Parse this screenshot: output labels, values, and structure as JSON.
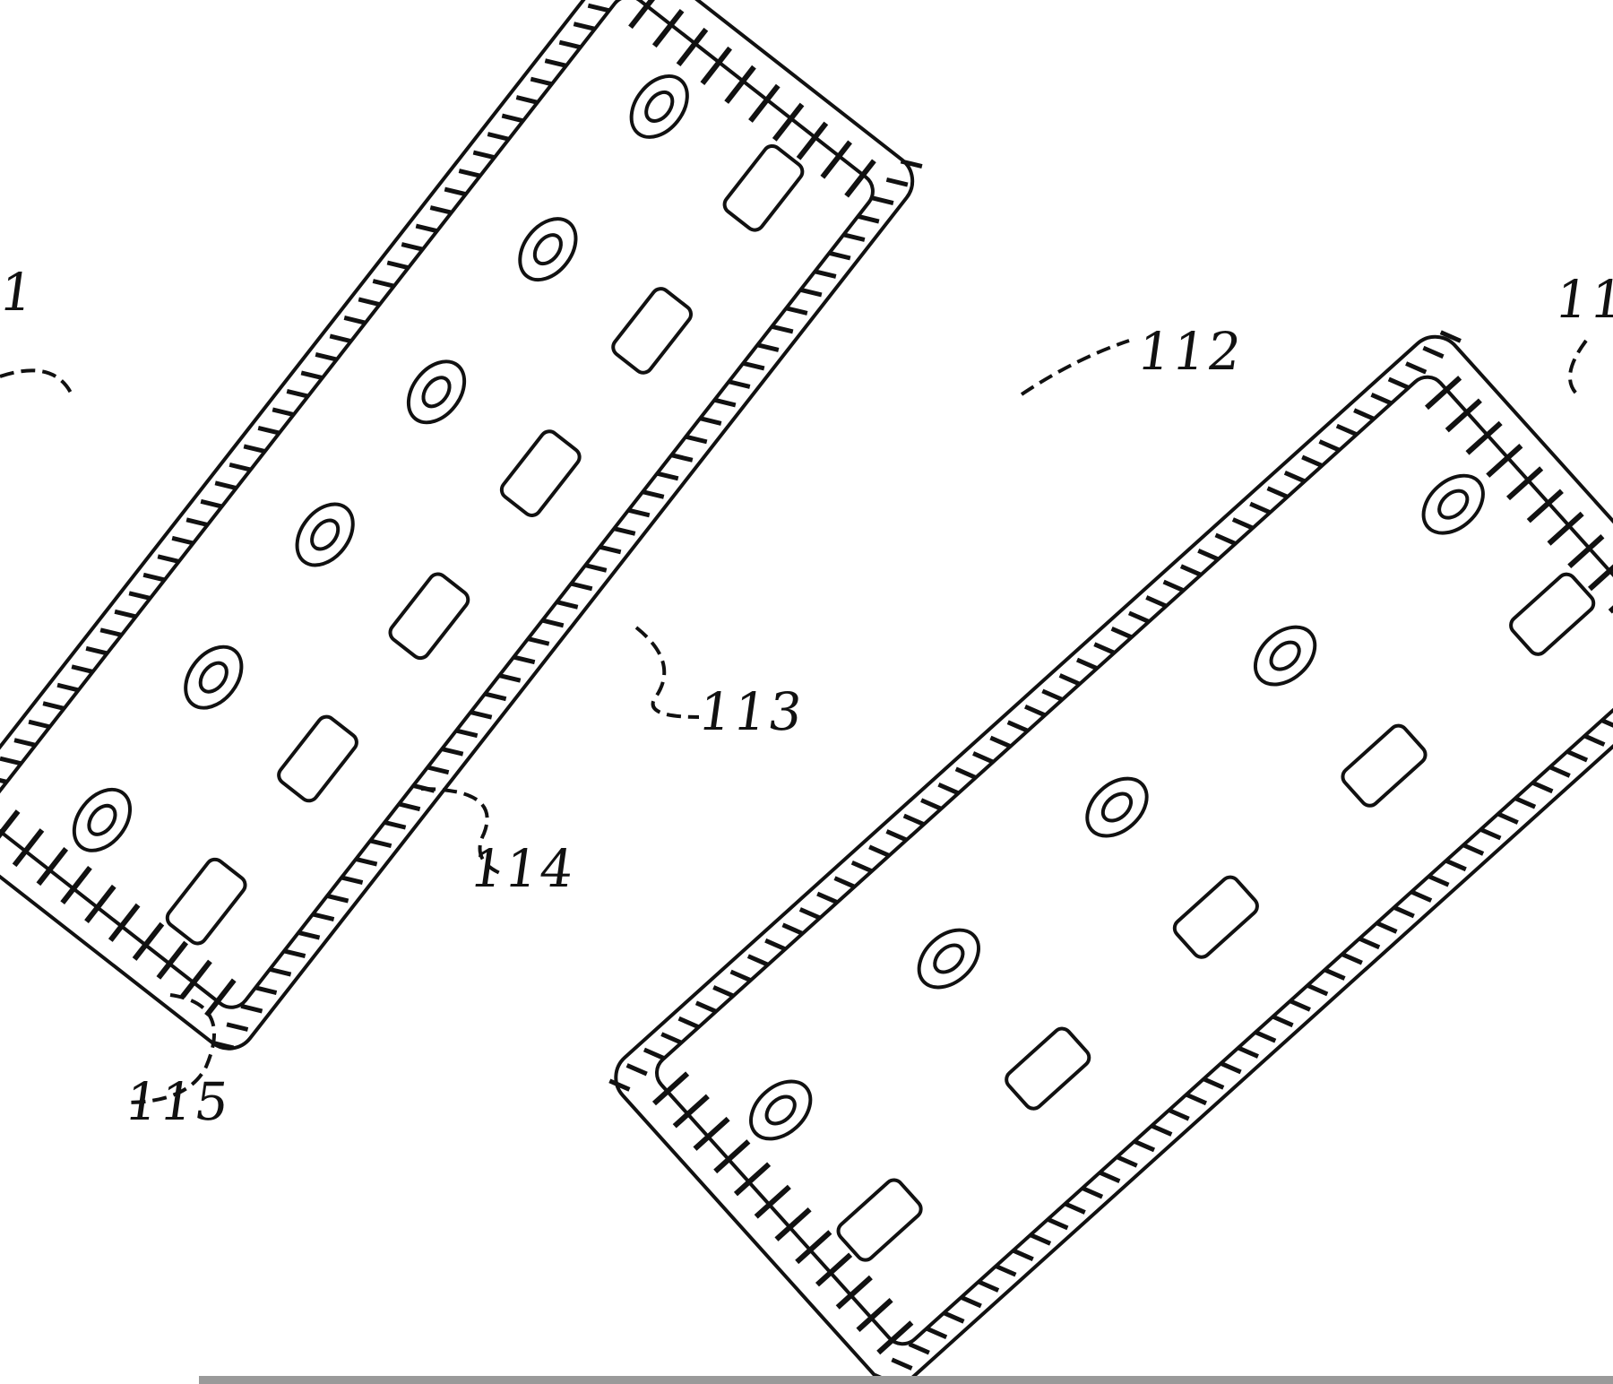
{
  "figure": {
    "labels": {
      "partial_left": "1",
      "partial_right": "11",
      "l112": "112",
      "l113": "113",
      "l114": "114",
      "l115": "115"
    },
    "colors": {
      "ink": "#111111",
      "paper": "#ffffff",
      "bar": "#9a9a9a"
    }
  }
}
